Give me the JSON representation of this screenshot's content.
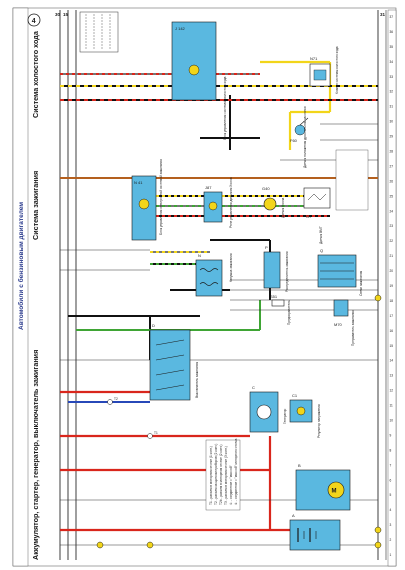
{
  "header": {
    "book_title": "Автомобили с бензиновым двигателем",
    "section_title": "Аккумулятор, стартер, генератор, выключатель зажигания",
    "system_title": "Система зажигания",
    "idle_title": "Система холостого хода",
    "page_number": "4"
  },
  "bus_labels": {
    "left": "30",
    "right": "15",
    "ground": "31"
  },
  "components": {
    "battery": "A",
    "starter": "B",
    "generator": "C",
    "generator_desc": "Генератор",
    "regulator": "C1",
    "regulator_desc": "Регулятор напряжения",
    "ignition_switch": "D",
    "ignition_switch_desc": "Выключатель зажигания",
    "idle_unit": "J 142",
    "idle_unit_desc": "Блок управления системой холостого хода",
    "distributor_ignition": "N 41",
    "distributor_ignition_desc": "Блок управления электронной системой зажигания",
    "throttle_valve": "N71",
    "throttle_valve_desc": "Клапан системы холостого хода",
    "coil": "N",
    "coil_desc": "Катушка зажигания",
    "hall_sensor": "G40",
    "hall_sensor_desc": "Датчик Холла",
    "distributor": "P",
    "distributor_desc": "Распределитель зажигания",
    "sparkplugs": "Q",
    "sparkplugs_desc": "Свечи зажигания",
    "knock_sensor": "G7",
    "knock_sensor_desc": "Датчик ВМТ",
    "switch_f60": "F60",
    "switch_f60_desc": "Датчик положения дроссельной заслонки",
    "j87": "J87",
    "j87_desc": "Реле управления датчиком Холла",
    "s51": "S51",
    "s51_desc": "Предохранитель",
    "m70": "M70",
    "m70_desc": "Прерыватель зажигания",
    "t1": "T1",
    "t2": "T2"
  },
  "legend": [
    "T1 - разъем в моторном отсеке (1 конт.)",
    "T2 - разъем за щитком приборов (2 конт.)",
    "T2b - разъем в моторном отсеке (2 конт.)",
    "T3 - разъем в моторном отсеке (3 конт.)",
    "① - соединение с \"массой\"",
    "② - соединение с \"массой\" моторного отсека"
  ],
  "bottom_numbers": [
    "1",
    "2",
    "3",
    "4",
    "5",
    "6",
    "7",
    "8",
    "9",
    "10",
    "11",
    "12",
    "13",
    "14",
    "15",
    "16",
    "17",
    "18",
    "19",
    "20",
    "21",
    "22",
    "23",
    "24",
    "25",
    "26",
    "27",
    "28",
    "29",
    "30",
    "31",
    "32",
    "33",
    "34",
    "35",
    "36",
    "37"
  ]
}
